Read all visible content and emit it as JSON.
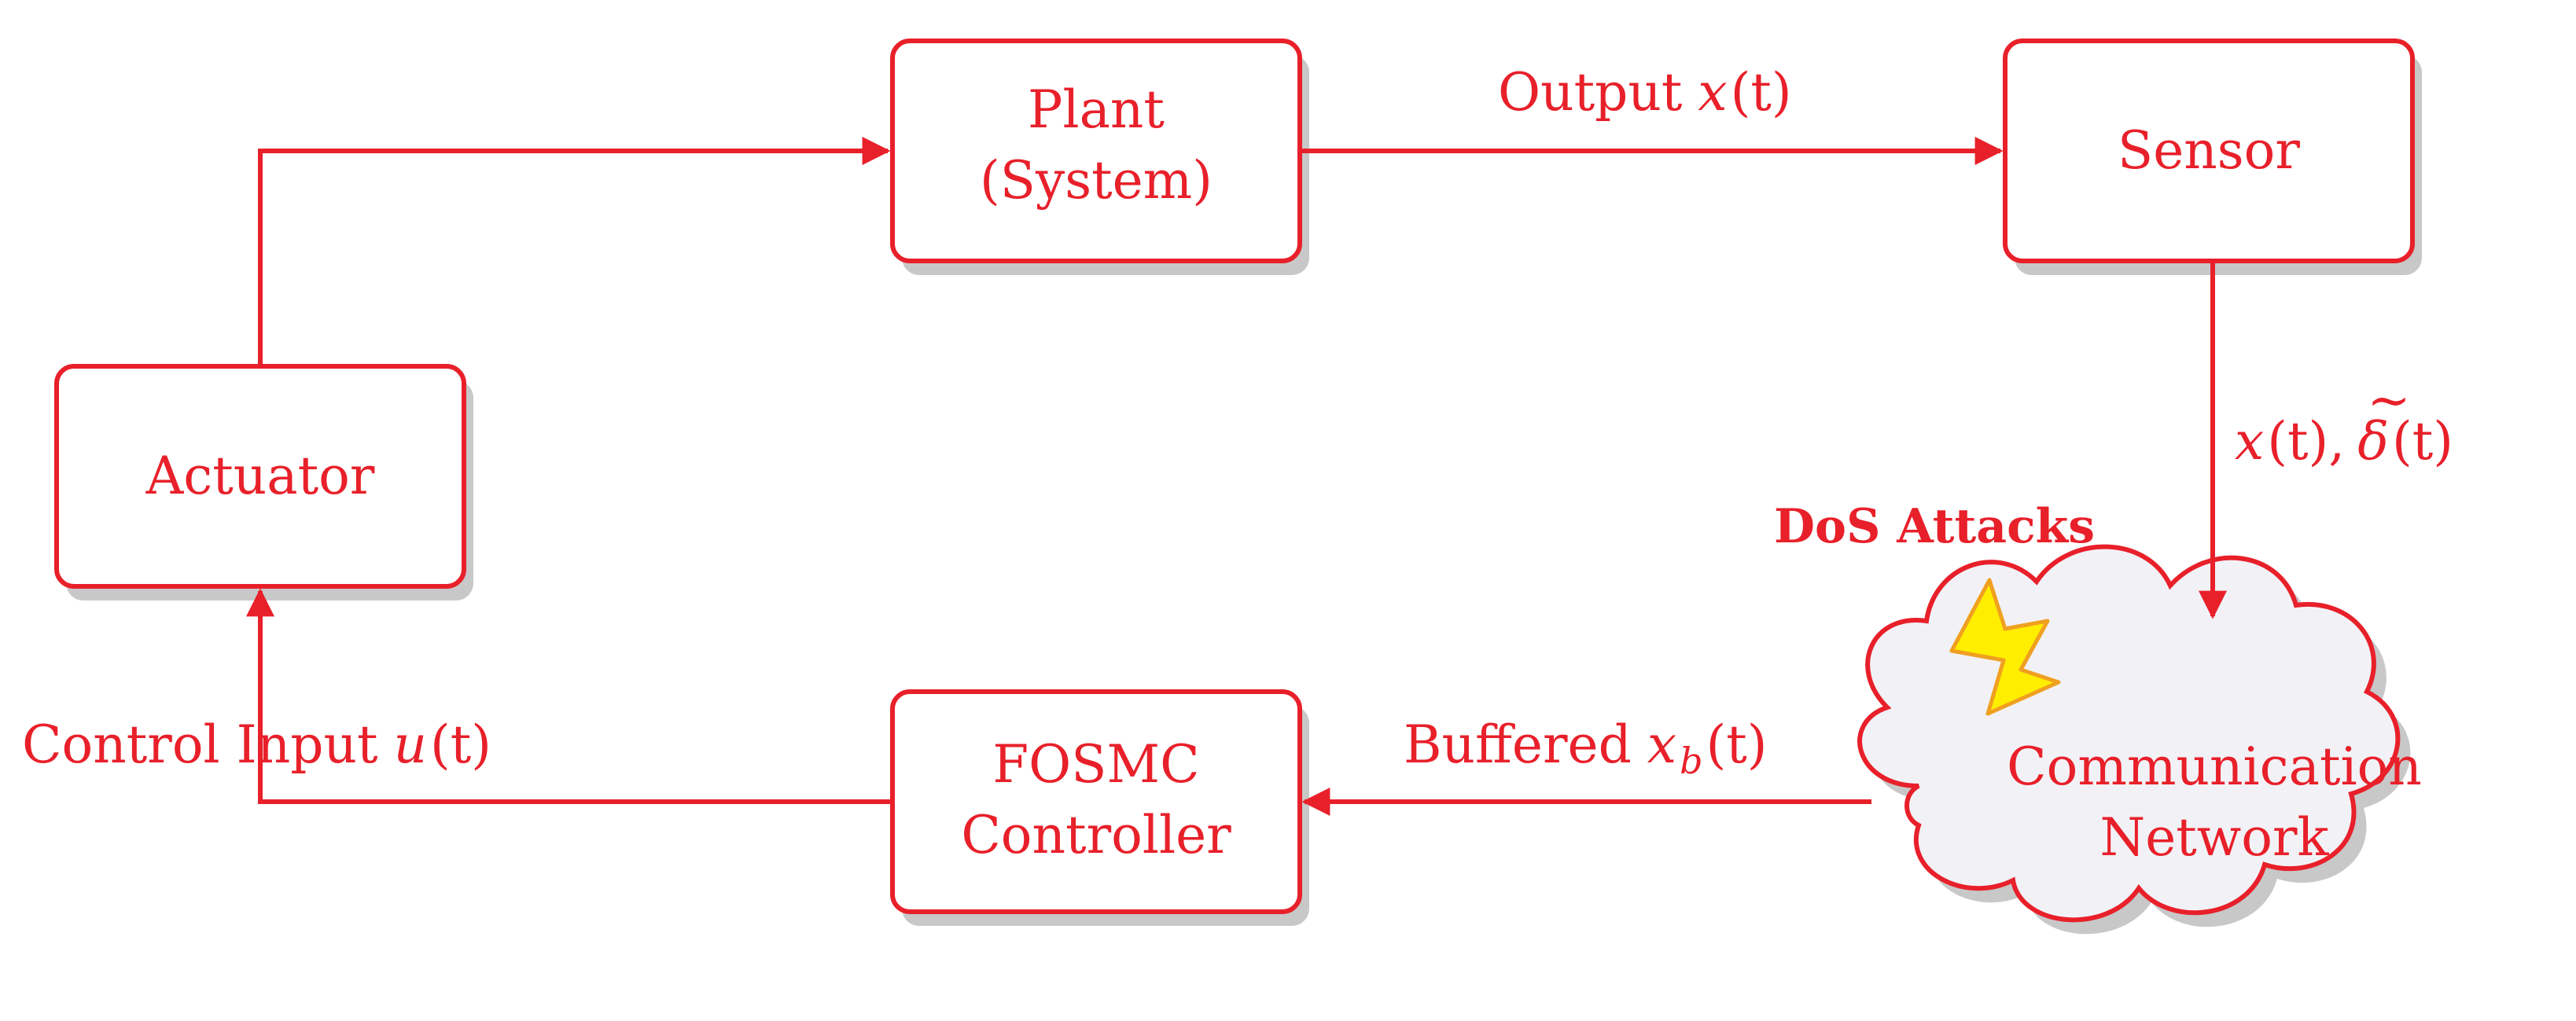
{
  "blocks": {
    "plant": {
      "line1": "Plant",
      "line2": "(System)"
    },
    "sensor": {
      "label": "Sensor"
    },
    "actuator": {
      "label": "Actuator"
    },
    "controller": {
      "line1": "FOSMC",
      "line2": "Controller"
    },
    "network": {
      "line1": "Communication",
      "line2": "Network"
    }
  },
  "signals": {
    "output": {
      "prefix": "Output",
      "var": "x",
      "arg": "(t)"
    },
    "sensor_out": {
      "x_var": "x",
      "x_arg": "(t),",
      "delta_var": "δ",
      "delta_tilde": "~",
      "delta_arg": "(t)"
    },
    "buffered": {
      "prefix": "Buffered",
      "var": "x",
      "sub": "b",
      "arg": "(t)"
    },
    "control": {
      "prefix": "Control Input",
      "var": "u",
      "arg": "(t)"
    }
  },
  "attack": {
    "label": "DoS Attacks"
  },
  "colors": {
    "stroke": "#e8202a",
    "shadow": "#c8c8c8",
    "cloud_fill": "#f2f2f6",
    "bolt_fill": "#ffee00",
    "bolt_stroke": "#f0a020"
  },
  "icons": {
    "attack": "lightning-bolt-icon",
    "network": "cloud-icon"
  }
}
